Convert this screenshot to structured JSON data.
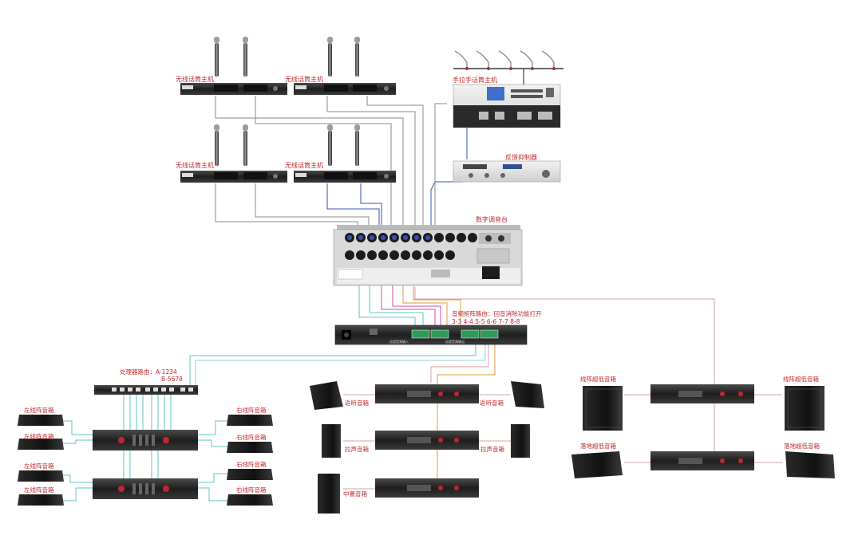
{
  "labels": {
    "wireless_mic_1": "无线话筒主机",
    "wireless_mic_2": "无线话筒主机",
    "wireless_mic_3": "无线话筒主机",
    "wireless_mic_4": "无线话筒主机",
    "conference_host": "手拉手话筒主机",
    "feedback_suppressor": "反馈抑制器",
    "digital_mixer": "数字调音台",
    "matrix_line1": "音频矩阵路由：回音消除功能打开",
    "matrix_line2": "3-3  4-4  5-5  6-6  7-7  8-8",
    "matrix_input_label": "远程音频输入",
    "matrix_output_label": "远程音频输出",
    "processor_line1": "处理器路由：A-1234",
    "processor_line2": "B-5678",
    "left_array_1": "左线阵音箱",
    "left_array_2": "左线阵音箱",
    "left_array_3": "左线阵音箱",
    "left_array_4": "左线阵音箱",
    "right_array_1": "右线阵音箱",
    "right_array_2": "右线阵音箱",
    "right_array_3": "右线阵音箱",
    "right_array_4": "右线阵音箱",
    "monitor_left": "返听音箱",
    "monitor_right": "返听音箱",
    "fill_left": "拉声音箱",
    "fill_right": "拉声音箱",
    "center": "中置音箱",
    "sub_array_left": "线阵超低音箱",
    "sub_array_right": "线阵超低音箱",
    "sub_floor_left": "落地超低音箱",
    "sub_floor_right": "落地超低音箱"
  },
  "colors": {
    "label": "#c0282d",
    "cable_gray": "#8a8a8a",
    "cable_blue": "#3a4fb0",
    "cable_teal": "#5cc4c0",
    "cable_magenta": "#d24aa0",
    "cable_orange": "#e39b3a",
    "cable_pink": "#d8a0a0",
    "device_dark": "#2b2b2b",
    "device_silver": "#e6e6e6"
  }
}
